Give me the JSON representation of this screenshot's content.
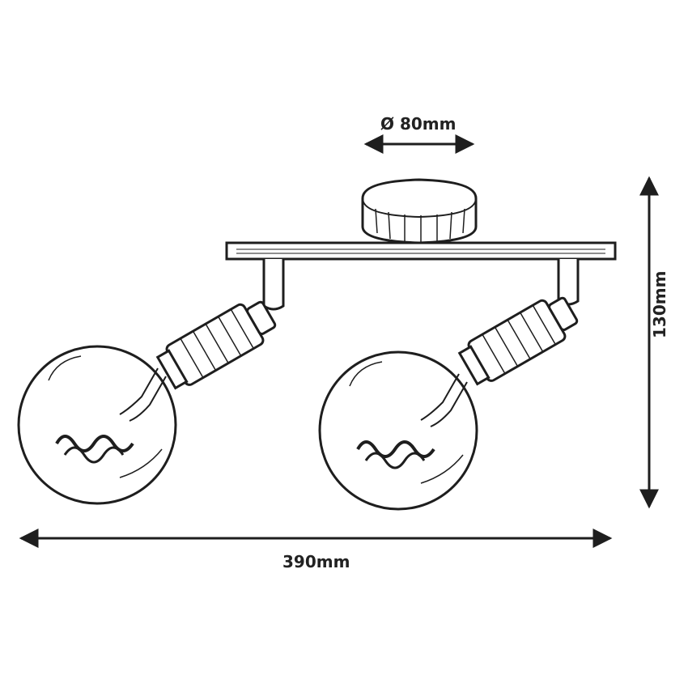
{
  "dimensions": {
    "diameter_label": "Ø 80mm",
    "width_label": "390mm",
    "height_label": "130mm"
  },
  "colors": {
    "line": "#1e1e1e",
    "background": "#ffffff"
  }
}
